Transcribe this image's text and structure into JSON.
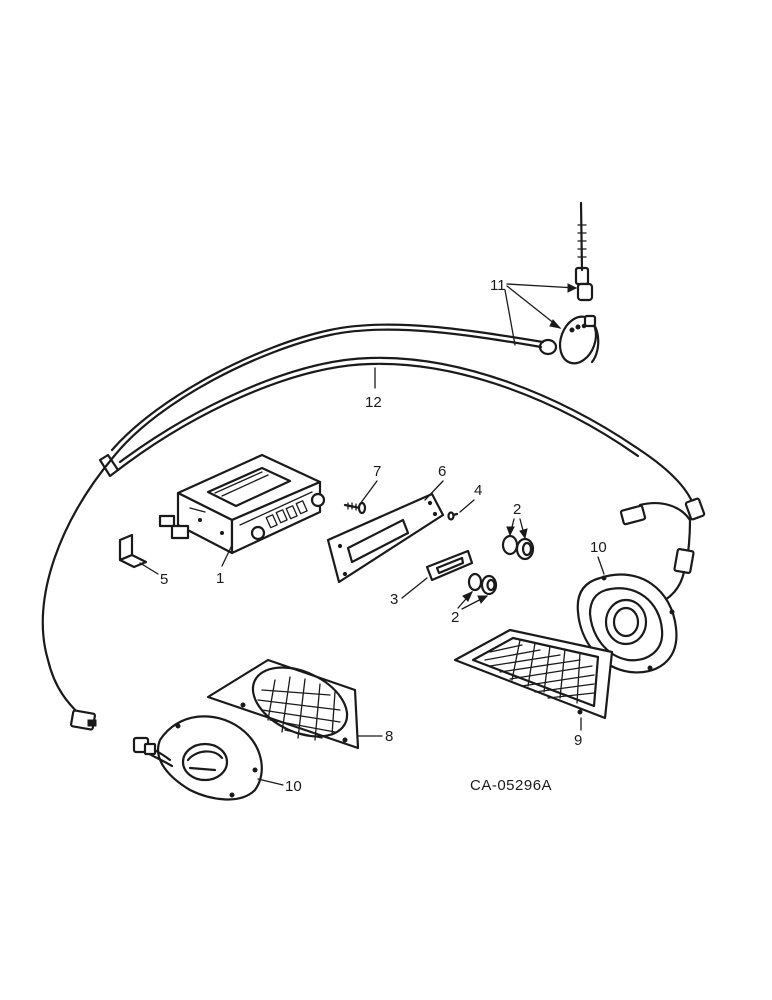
{
  "callouts": {
    "c1": "1",
    "c2a": "2",
    "c2b": "2",
    "c3": "3",
    "c4": "4",
    "c5": "5",
    "c6": "6",
    "c7": "7",
    "c8": "8",
    "c9": "9",
    "c10a": "10",
    "c10b": "10",
    "c11": "11",
    "c12": "12"
  },
  "reference_code": "CA-05296A",
  "icons": {
    "radio": "radio-unit-icon",
    "antenna": "antenna-icon",
    "speaker": "speaker-icon",
    "grille": "speaker-grille-icon"
  }
}
